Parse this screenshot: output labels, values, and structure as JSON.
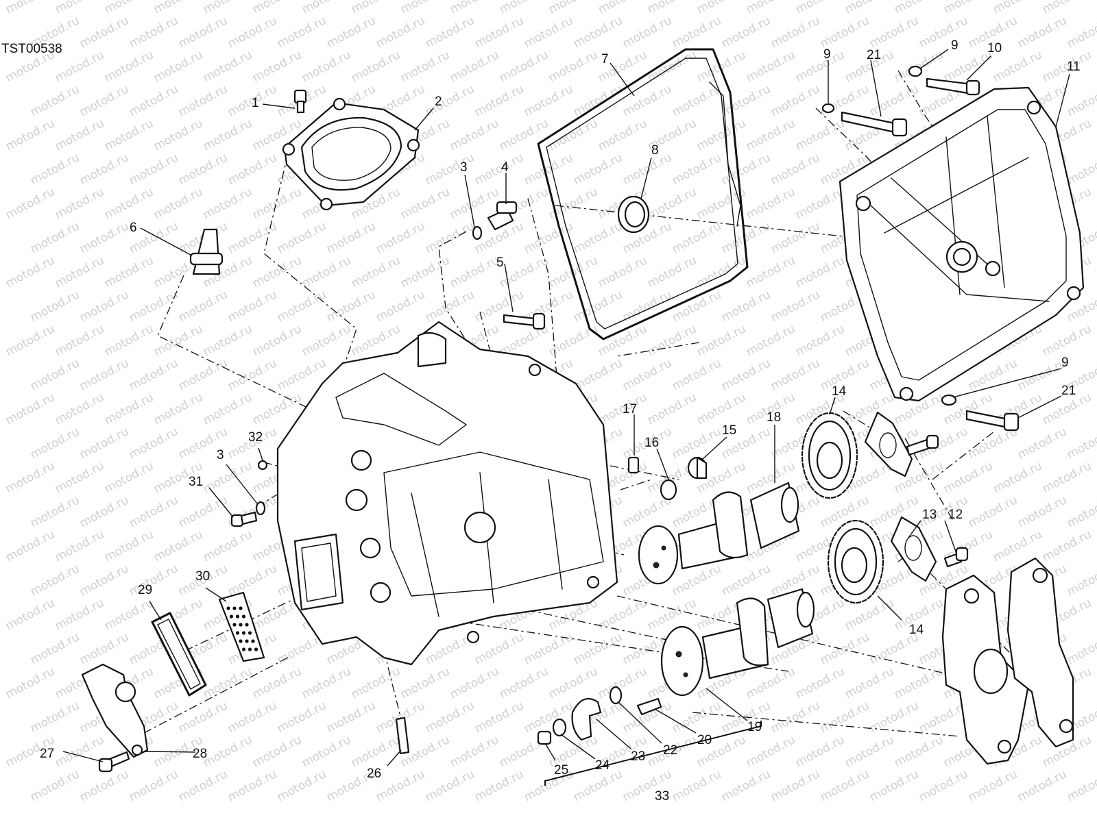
{
  "drawing_code": "TST00538",
  "watermark": "motod.ru",
  "callouts": [
    {
      "id": "c1",
      "text": "1"
    },
    {
      "id": "c2",
      "text": "2"
    },
    {
      "id": "c3a",
      "text": "3"
    },
    {
      "id": "c3b",
      "text": "3"
    },
    {
      "id": "c4",
      "text": "4"
    },
    {
      "id": "c5",
      "text": "5"
    },
    {
      "id": "c6",
      "text": "6"
    },
    {
      "id": "c7",
      "text": "7"
    },
    {
      "id": "c8",
      "text": "8"
    },
    {
      "id": "c9a",
      "text": "9"
    },
    {
      "id": "c9b",
      "text": "9"
    },
    {
      "id": "c9c",
      "text": "9"
    },
    {
      "id": "c10",
      "text": "10"
    },
    {
      "id": "c11",
      "text": "11"
    },
    {
      "id": "c12",
      "text": "12"
    },
    {
      "id": "c13",
      "text": "13"
    },
    {
      "id": "c14a",
      "text": "14"
    },
    {
      "id": "c14b",
      "text": "14"
    },
    {
      "id": "c15",
      "text": "15"
    },
    {
      "id": "c16",
      "text": "16"
    },
    {
      "id": "c17",
      "text": "17"
    },
    {
      "id": "c18",
      "text": "18"
    },
    {
      "id": "c19",
      "text": "19"
    },
    {
      "id": "c20",
      "text": "20"
    },
    {
      "id": "c21a",
      "text": "21"
    },
    {
      "id": "c21b",
      "text": "21"
    },
    {
      "id": "c22",
      "text": "22"
    },
    {
      "id": "c23",
      "text": "23"
    },
    {
      "id": "c24",
      "text": "24"
    },
    {
      "id": "c25",
      "text": "25"
    },
    {
      "id": "c26",
      "text": "26"
    },
    {
      "id": "c27",
      "text": "27"
    },
    {
      "id": "c28",
      "text": "28"
    },
    {
      "id": "c29",
      "text": "29"
    },
    {
      "id": "c30",
      "text": "30"
    },
    {
      "id": "c31",
      "text": "31"
    },
    {
      "id": "c32",
      "text": "32"
    },
    {
      "id": "c33",
      "text": "33"
    }
  ]
}
